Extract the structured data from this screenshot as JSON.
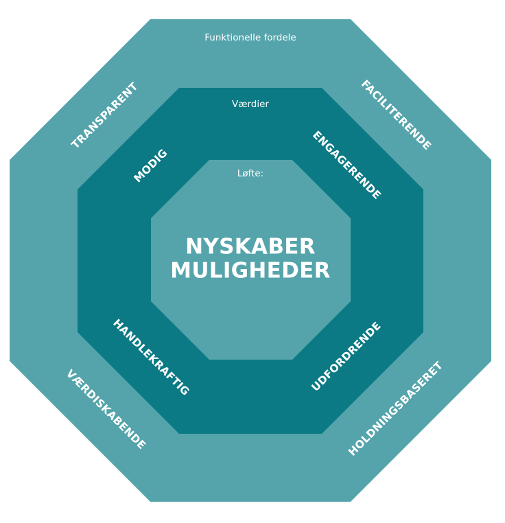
{
  "diagram": {
    "outer": {
      "caption": "Funktionelle fordele",
      "words": {
        "top_left": "TRANSPARENT",
        "top_right": "FACILITERENDE",
        "bottom_left": "VÆRDISKABENDE",
        "bottom_right": "HOLDNINGSBASERET"
      }
    },
    "middle": {
      "caption": "Værdier",
      "words": {
        "top_left": "MODIG",
        "top_right": "ENGAGERENDE",
        "bottom_left": "HANDLEKRAFTIG",
        "bottom_right": "UDFORDRENDE"
      }
    },
    "inner": {
      "caption": "Løfte:",
      "title_line1": "NYSKABER",
      "title_line2": "MULIGHEDER"
    },
    "colors": {
      "outer_ring": "#55a4ab",
      "middle_ring": "#0b7a85",
      "inner_core": "#55a4ab",
      "text": "#ffffff"
    }
  }
}
